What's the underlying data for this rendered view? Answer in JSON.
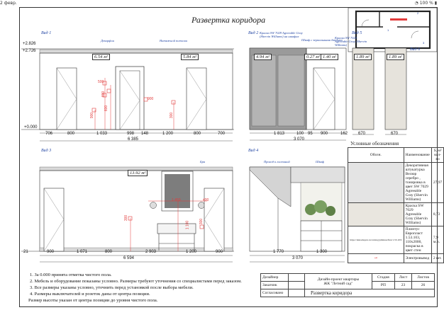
{
  "status_bar": {
    "date": "2 февр.",
    "battery": "100 %"
  },
  "sheet_title": "Развертка коридора",
  "views": {
    "v1": {
      "label": "Вид 1",
      "levels": [
        "+2.826",
        "+2.726",
        "+0.000"
      ],
      "callouts": [
        "Декорфон",
        "Натяжной потолок"
      ],
      "areas": [
        "6.54 м²",
        "5.84 м²"
      ],
      "dims_bottom": [
        "706",
        "800",
        "1 033",
        "998",
        "148",
        "1 200",
        "800",
        "700"
      ],
      "total": "6 385",
      "vertical_dims": [
        "500",
        "600",
        "600",
        "900",
        "900",
        "300"
      ]
    },
    "v2": {
      "label": "Вид 2",
      "callouts": [
        "Краска SW 7029 Agreeable Gray (Shervin Williams) на шкафах",
        "Шкаф с зеркальными дверьми"
      ],
      "areas": [
        "4.94 м²",
        "0.27 м²",
        "1.40 м²"
      ],
      "dims_bottom": [
        "1 813",
        "100",
        "95",
        "900"
      ],
      "total": "3 070",
      "extra": "162"
    },
    "v5": {
      "label": "Вид 5",
      "callout": "Краска SW 7029 Agreeable Gray (Shervin Williams)",
      "area": "1.89 м²",
      "dim": "670"
    },
    "v6": {
      "label": "Вид 6",
      "area": "1.89 м²",
      "dim": "670"
    },
    "v3": {
      "label": "Вид 3",
      "callout": "Бра",
      "area": "13.92 м²",
      "dims_bottom": [
        "900",
        "1 071",
        "800",
        "2 903",
        "1 200",
        "900"
      ],
      "total": "6 594",
      "left": "21",
      "vertical_dims": [
        "1 450",
        "400",
        "300",
        "1 100",
        "300"
      ]
    },
    "v4": {
      "label": "Вид 4",
      "callouts": [
        "Проход к гостиной",
        "Шкаф"
      ],
      "dims_bottom": [
        "1 770",
        "1 300"
      ],
      "total": "3 070"
    }
  },
  "legend": {
    "title": "Условные обозначения",
    "headers": [
      "Обозн.",
      "Наименование",
      "S, м² кол-во"
    ],
    "rows": [
      {
        "name": "Декоративная штукатурка Велюр серебро , тонировка в цвет SW 7029 Agreeable Gray (Shervin Williams)",
        "qty": "27,97"
      },
      {
        "name": "Краска SW 7029 Agreeable Gray (Shervin Williams)",
        "qty": "8,72"
      },
      {
        "name": "Плинтус Европласт 1.53.103, 110x2000, покраска в цвет стен",
        "qty": "7,9 м.п."
      },
      {
        "name": "Электровывод",
        "qty": "2 шт."
      }
    ],
    "plinth_url": "https://dekoshopru.ru/catalog/plintusa/flex/1.53.103/"
  },
  "notes": [
    "1. За 0.000 принята отметка чистого пола.",
    "2. Мебель и оборудование показаны условно. Размеры требуют уточнения со специалистами перед заказом.",
    "3. Все размеры указаны условно, уточнить перед установкой после выбора мебели.",
    "4. Размеры выключателей и розеток даны от центра позиции.",
    "Размер высоты указан от центра позиции до уровня чистого пола."
  ],
  "stamp": {
    "roles": [
      "Дизайнер",
      "Заказчик",
      "Согласовано"
    ],
    "project": "Дизайн-проект квартиры",
    "complex": "ЖК \"Летний сад\"",
    "headers": [
      "Стадия",
      "Лист",
      "Листов"
    ],
    "values": [
      "РП",
      "23",
      "26"
    ],
    "sheet_name": "Развертка коридора"
  },
  "colors": {
    "frame": "#333333",
    "dim_red": "#e23b3b",
    "label_blue": "#1b3fa0",
    "wall_gray": "#d9d9d9",
    "mirror": "#9a9a9a"
  }
}
